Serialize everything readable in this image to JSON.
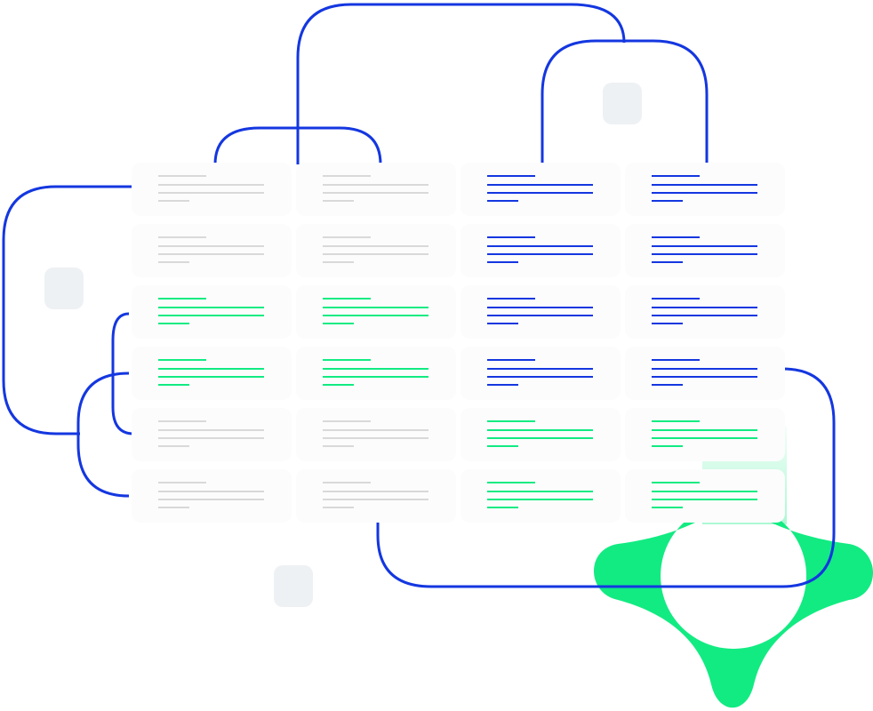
{
  "colors": {
    "blue": "#1437E0",
    "green": "#12EB82",
    "gray": "#D9D9D9",
    "card_bg": "#FCFCFD",
    "square_bg": "#EEF1F4",
    "background": "#FFFFFF"
  },
  "grid": {
    "rows": 6,
    "columns": 4,
    "cells": [
      [
        "gray",
        "gray",
        "blue",
        "blue"
      ],
      [
        "gray",
        "gray",
        "blue",
        "blue"
      ],
      [
        "green",
        "green",
        "blue",
        "blue"
      ],
      [
        "green",
        "green",
        "blue",
        "blue"
      ],
      [
        "gray",
        "gray",
        "green",
        "green"
      ],
      [
        "gray",
        "gray",
        "green",
        "green"
      ]
    ]
  },
  "placeholder_squares": 3,
  "decorations": {
    "connector_outlines": "blue",
    "star_shape": "green"
  }
}
